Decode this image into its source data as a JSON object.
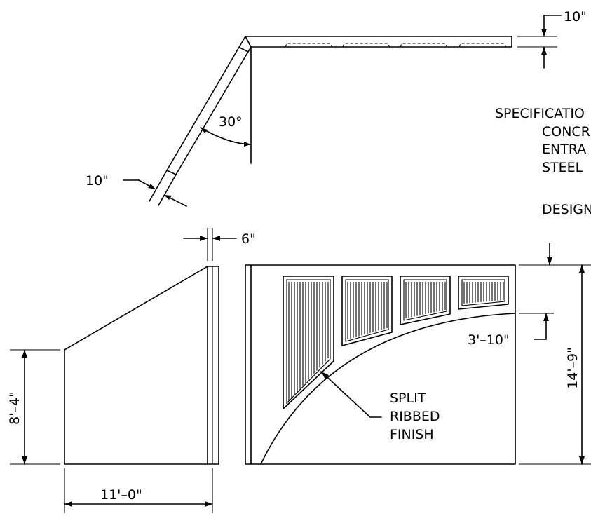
{
  "dimensions": {
    "top_thickness": "10\"",
    "angle": "30°",
    "side_thickness": "10\"",
    "wall_thickness": "6\"",
    "rib_gap": "3'–10\"",
    "height_left": "8'–4\"",
    "height_right": "14'–9\"",
    "width_left": "11'–0\""
  },
  "callout": {
    "lines": [
      "SPLIT",
      "RIBBED",
      "FINISH"
    ]
  },
  "specifications": {
    "lines": [
      "SPECIFICATIO",
      "CONCR",
      "ENTRA",
      "STEEL",
      "DESIGN"
    ]
  },
  "colors": {
    "line": "#000000",
    "background": "#ffffff"
  }
}
